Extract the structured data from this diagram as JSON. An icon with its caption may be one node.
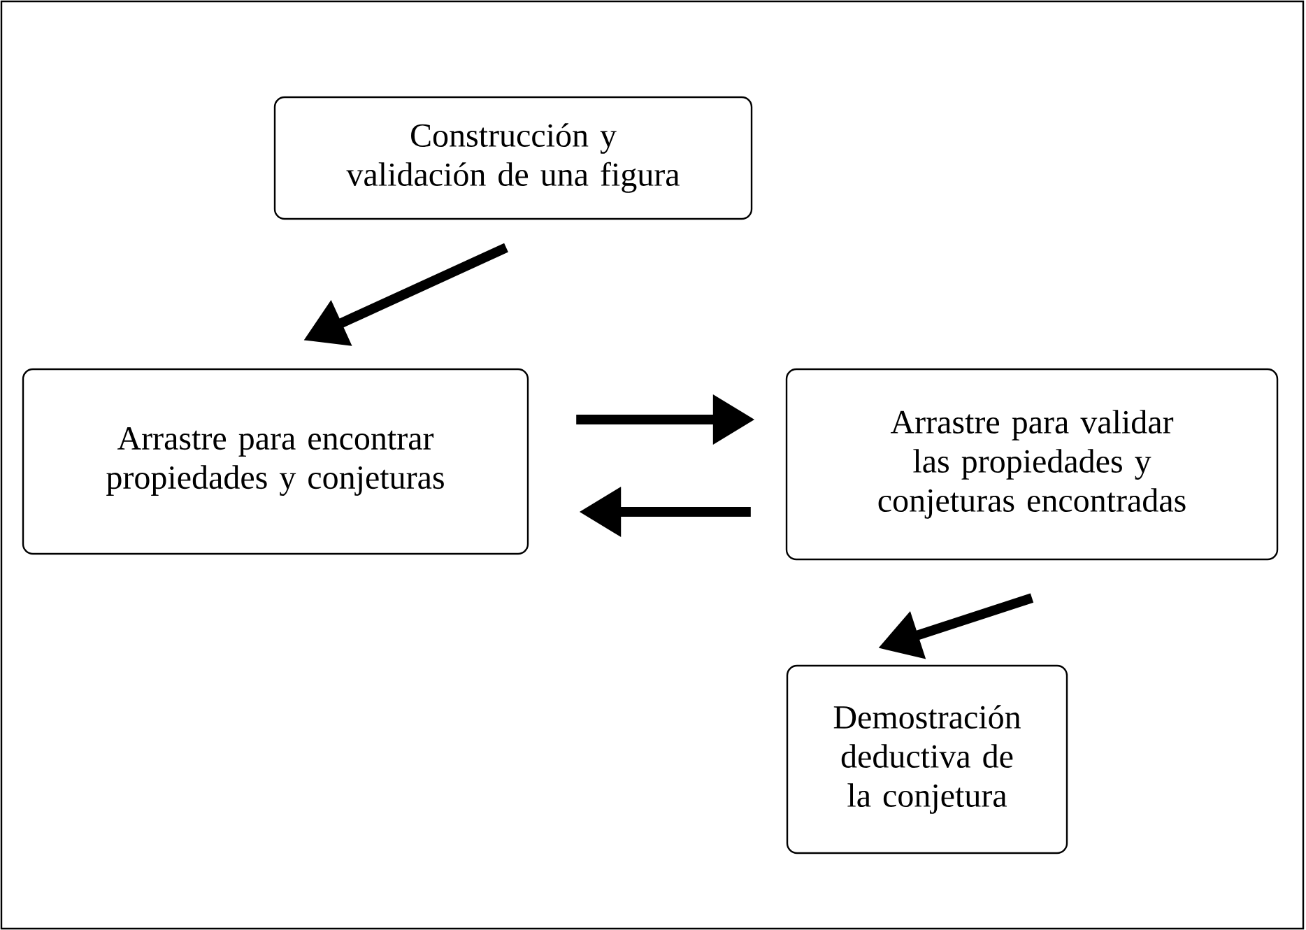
{
  "diagram": {
    "nodes": [
      {
        "text": [
          "Construcción y validación de una figura"
        ]
      },
      {
        "text": [
          "Arrastre para encontrar propiedades y conjeturas"
        ]
      },
      {
        "text": [
          "Arrastre para validar las propiedades y conjeturas encontradas"
        ]
      },
      {
        "text": [
          "Demostración deductiva de la conjetura"
        ]
      }
    ],
    "edges": [
      {
        "from": 0,
        "to": 1,
        "arrow": "to"
      },
      {
        "from": 1,
        "to": 2,
        "arrow": "to"
      },
      {
        "from": 2,
        "to": 1,
        "arrow": "to"
      },
      {
        "from": 2,
        "to": 3,
        "arrow": "to"
      }
    ]
  }
}
